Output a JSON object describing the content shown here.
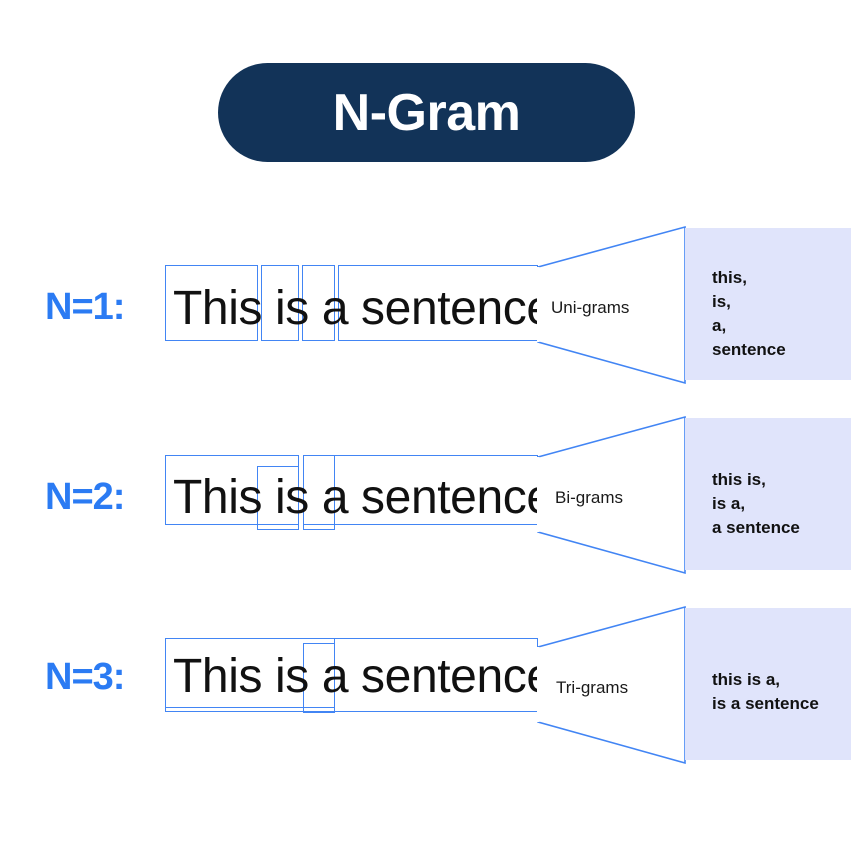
{
  "title": {
    "text": "N-Gram"
  },
  "colors": {
    "pill_background": "#123358",
    "pill_text": "#ffffff",
    "accent_blue": "#2b7bf3",
    "box_border": "#4285f4",
    "panel_background": "#e0e4fb",
    "sentence_text": "#111111",
    "page_background": "#ffffff"
  },
  "rows": [
    {
      "label": "N=1:",
      "sentence": "This is a sentence",
      "words": [
        "This",
        "is",
        "a",
        "sentence"
      ],
      "gram_label": "Uni-grams",
      "n": 1,
      "results": [
        "this,",
        "is,",
        "a,",
        "sentence"
      ]
    },
    {
      "label": "N=2:",
      "sentence": "This is a sentence",
      "words": [
        "This",
        "is",
        "a",
        "sentence"
      ],
      "gram_label": "Bi-grams",
      "n": 2,
      "results": [
        "this is,",
        "is a,",
        "a sentence"
      ]
    },
    {
      "label": "N=3:",
      "sentence": "This is a sentence",
      "words": [
        "This",
        "is",
        "a",
        "sentence"
      ],
      "gram_label": "Tri-grams",
      "n": 3,
      "results": [
        "this is a,",
        "is a sentence"
      ]
    }
  ]
}
